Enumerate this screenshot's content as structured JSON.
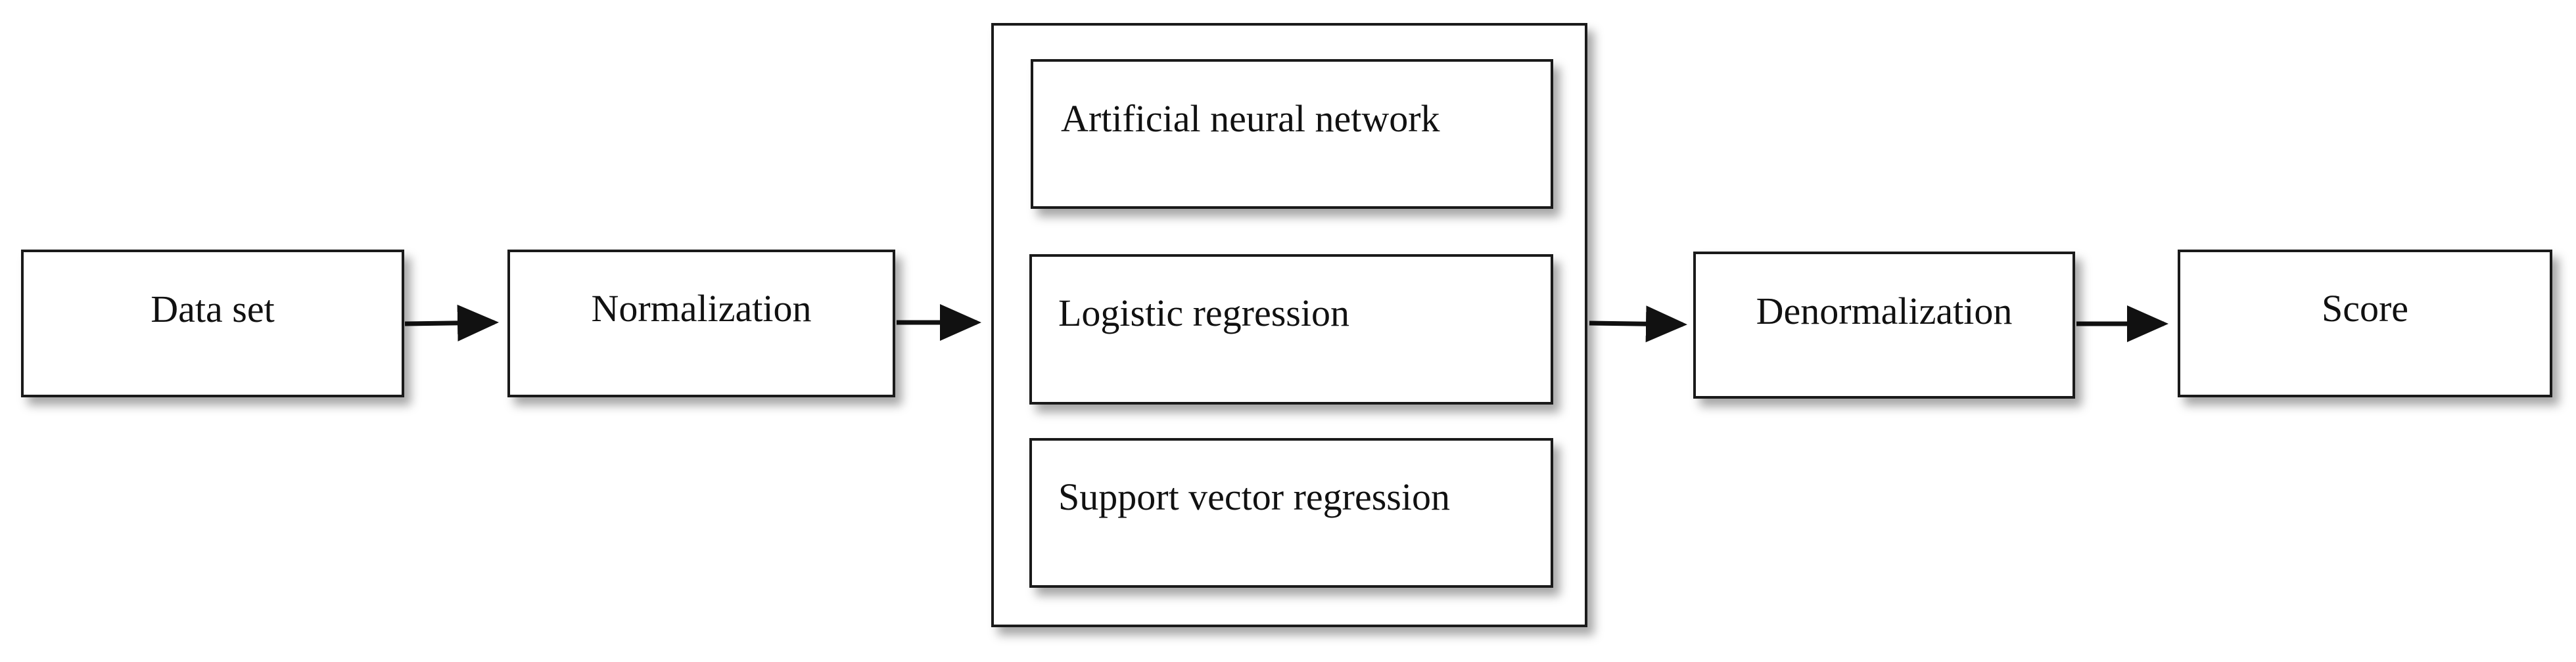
{
  "diagram": {
    "nodes": {
      "data_set": "Data set",
      "normalization": "Normalization",
      "models": {
        "ann": "Artificial neural network",
        "logistic": "Logistic regression",
        "svr": "Support vector regression"
      },
      "denormalization": "Denormalization",
      "score": "Score"
    },
    "edges": [
      [
        "Data set",
        "Normalization"
      ],
      [
        "Normalization",
        "models"
      ],
      [
        "models",
        "Denormalization"
      ],
      [
        "Denormalization",
        "Score"
      ]
    ]
  }
}
